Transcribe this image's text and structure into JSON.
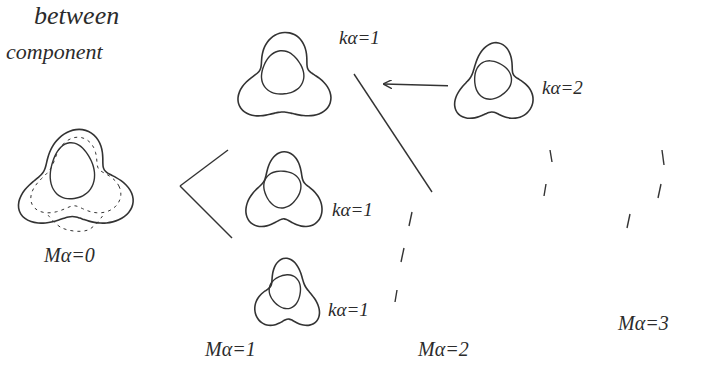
{
  "diagram": {
    "nodes": [
      {
        "text": [
          "kα=1"
        ]
      },
      {
        "text": [
          "kα=2"
        ]
      },
      {
        "text": [
          "kα=1"
        ]
      },
      {
        "text": [
          "kα=1"
        ]
      }
    ],
    "edges": [
      {
        "from": 1,
        "to": 0,
        "arrow": "to"
      }
    ],
    "labels": [
      "between",
      "component",
      "Mα=0",
      "Mα=1",
      "Mα=2",
      "Mα=3"
    ]
  }
}
